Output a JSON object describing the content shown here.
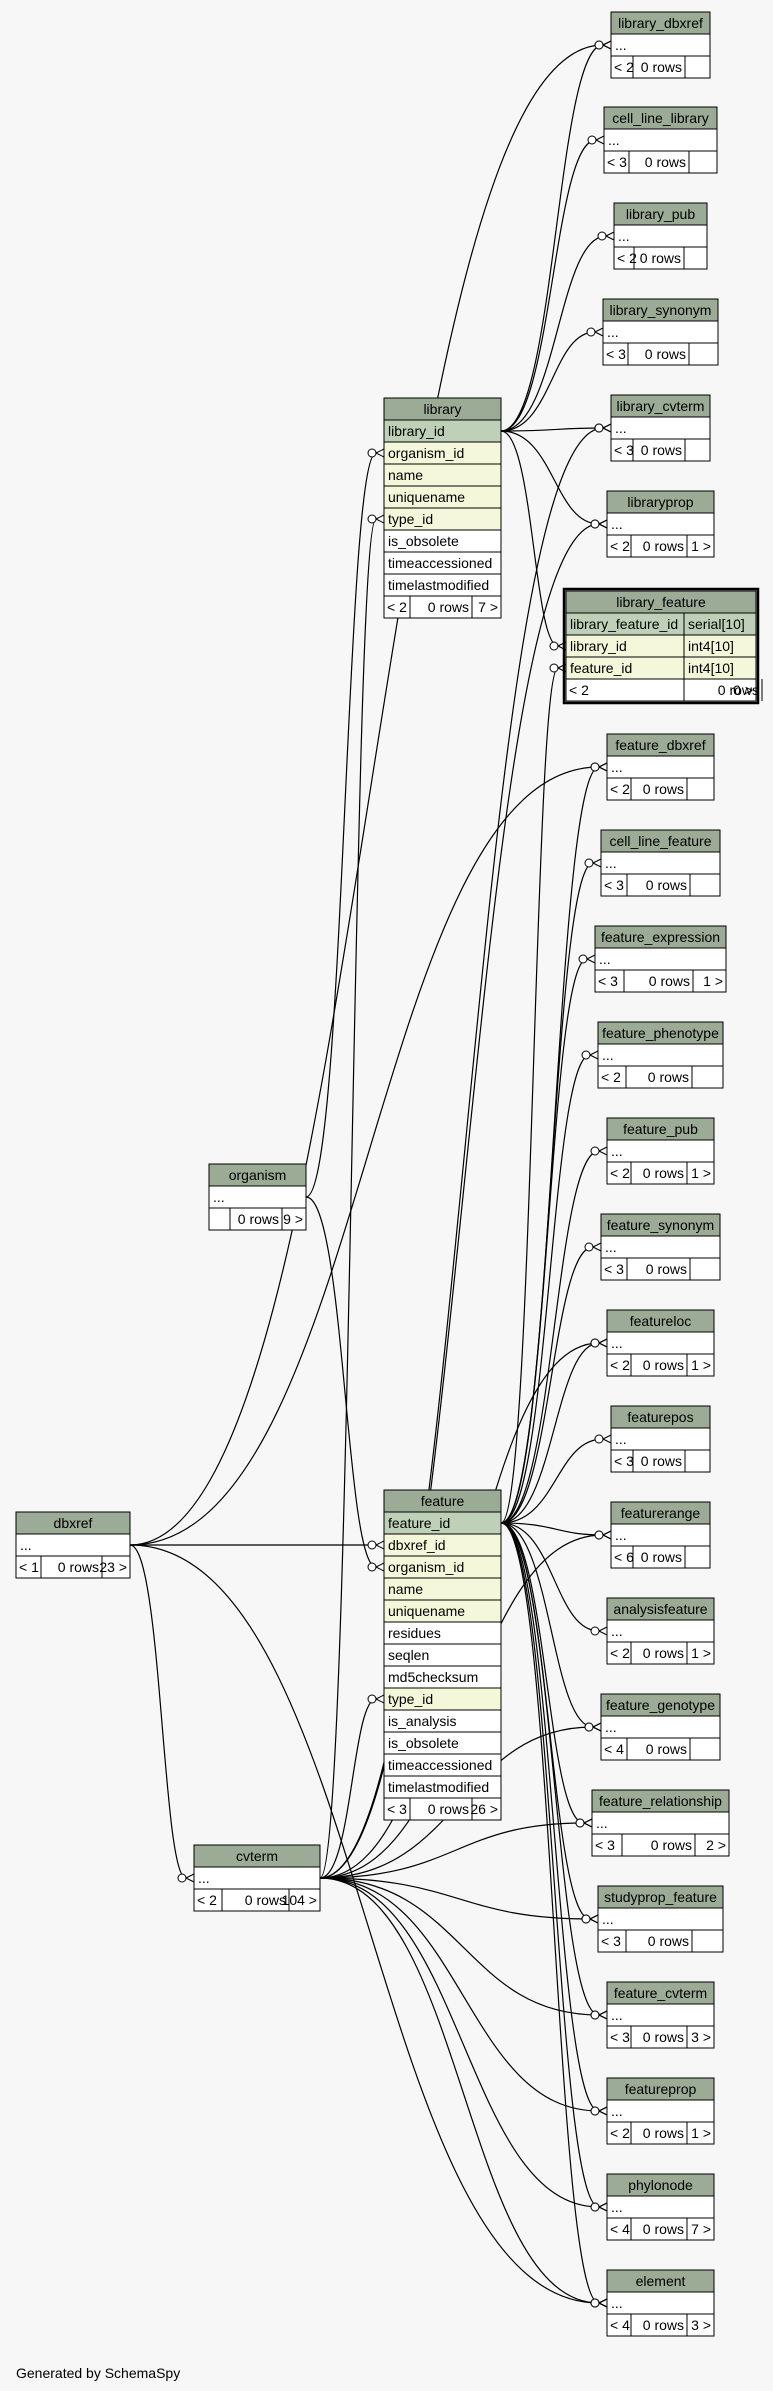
{
  "footer": "Generated by SchemaSpy",
  "colors": {
    "background": "#f7f7f7",
    "header": "#9bab96",
    "key_row": "#bed1b8",
    "fk_row": "#f4f7da",
    "plain_row": "#ffffff",
    "line": "#000000"
  },
  "tables": [
    {
      "id": "library_dbxref",
      "name": "library_dbxref",
      "rows": [
        {
          "cells": [
            "..."
          ]
        }
      ],
      "stats": [
        "< 2",
        "0 rows",
        ""
      ]
    },
    {
      "id": "cell_line_library",
      "name": "cell_line_library",
      "rows": [
        {
          "cells": [
            "..."
          ]
        }
      ],
      "stats": [
        "< 3",
        "0 rows",
        ""
      ]
    },
    {
      "id": "library_pub",
      "name": "library_pub",
      "rows": [
        {
          "cells": [
            "..."
          ]
        }
      ],
      "stats": [
        "< 2",
        "0 rows",
        ""
      ]
    },
    {
      "id": "library_synonym",
      "name": "library_synonym",
      "rows": [
        {
          "cells": [
            "..."
          ]
        }
      ],
      "stats": [
        "< 3",
        "0 rows",
        ""
      ]
    },
    {
      "id": "library_cvterm",
      "name": "library_cvterm",
      "rows": [
        {
          "cells": [
            "..."
          ]
        }
      ],
      "stats": [
        "< 3",
        "0 rows",
        ""
      ]
    },
    {
      "id": "libraryprop",
      "name": "libraryprop",
      "rows": [
        {
          "cells": [
            "..."
          ]
        }
      ],
      "stats": [
        "< 2",
        "0 rows",
        "1 >"
      ]
    },
    {
      "id": "library_feature",
      "name": "library_feature",
      "focus": true,
      "rows": [
        {
          "cells": [
            "library_feature_id",
            "serial[10]"
          ],
          "kind": "key"
        },
        {
          "cells": [
            "library_id",
            "int4[10]"
          ],
          "kind": "fk"
        },
        {
          "cells": [
            "feature_id",
            "int4[10]"
          ],
          "kind": "fk"
        }
      ],
      "stats": [
        "< 2",
        "0 rows",
        "0 >"
      ]
    },
    {
      "id": "feature_dbxref",
      "name": "feature_dbxref",
      "rows": [
        {
          "cells": [
            "..."
          ]
        }
      ],
      "stats": [
        "< 2",
        "0 rows",
        ""
      ]
    },
    {
      "id": "cell_line_feature",
      "name": "cell_line_feature",
      "rows": [
        {
          "cells": [
            "..."
          ]
        }
      ],
      "stats": [
        "< 3",
        "0 rows",
        ""
      ]
    },
    {
      "id": "feature_expression",
      "name": "feature_expression",
      "rows": [
        {
          "cells": [
            "..."
          ]
        }
      ],
      "stats": [
        "< 3",
        "0 rows",
        "1 >"
      ]
    },
    {
      "id": "feature_phenotype",
      "name": "feature_phenotype",
      "rows": [
        {
          "cells": [
            "..."
          ]
        }
      ],
      "stats": [
        "< 2",
        "0 rows",
        ""
      ]
    },
    {
      "id": "feature_pub",
      "name": "feature_pub",
      "rows": [
        {
          "cells": [
            "..."
          ]
        }
      ],
      "stats": [
        "< 2",
        "0 rows",
        "1 >"
      ]
    },
    {
      "id": "feature_synonym",
      "name": "feature_synonym",
      "rows": [
        {
          "cells": [
            "..."
          ]
        }
      ],
      "stats": [
        "< 3",
        "0 rows",
        ""
      ]
    },
    {
      "id": "featureloc",
      "name": "featureloc",
      "rows": [
        {
          "cells": [
            "..."
          ]
        }
      ],
      "stats": [
        "< 2",
        "0 rows",
        "1 >"
      ]
    },
    {
      "id": "featurepos",
      "name": "featurepos",
      "rows": [
        {
          "cells": [
            "..."
          ]
        }
      ],
      "stats": [
        "< 3",
        "0 rows",
        ""
      ]
    },
    {
      "id": "featurerange",
      "name": "featurerange",
      "rows": [
        {
          "cells": [
            "..."
          ]
        }
      ],
      "stats": [
        "< 6",
        "0 rows",
        ""
      ]
    },
    {
      "id": "analysisfeature",
      "name": "analysisfeature",
      "rows": [
        {
          "cells": [
            "..."
          ]
        }
      ],
      "stats": [
        "< 2",
        "0 rows",
        "1 >"
      ]
    },
    {
      "id": "feature_genotype",
      "name": "feature_genotype",
      "rows": [
        {
          "cells": [
            "..."
          ]
        }
      ],
      "stats": [
        "< 4",
        "0 rows",
        ""
      ]
    },
    {
      "id": "feature_relationship",
      "name": "feature_relationship",
      "rows": [
        {
          "cells": [
            "..."
          ]
        }
      ],
      "stats": [
        "< 3",
        "0 rows",
        "2 >"
      ]
    },
    {
      "id": "studyprop_feature",
      "name": "studyprop_feature",
      "rows": [
        {
          "cells": [
            "..."
          ]
        }
      ],
      "stats": [
        "< 3",
        "0 rows",
        ""
      ]
    },
    {
      "id": "feature_cvterm",
      "name": "feature_cvterm",
      "rows": [
        {
          "cells": [
            "..."
          ]
        }
      ],
      "stats": [
        "< 3",
        "0 rows",
        "3 >"
      ]
    },
    {
      "id": "featureprop",
      "name": "featureprop",
      "rows": [
        {
          "cells": [
            "..."
          ]
        }
      ],
      "stats": [
        "< 2",
        "0 rows",
        "1 >"
      ]
    },
    {
      "id": "phylonode",
      "name": "phylonode",
      "rows": [
        {
          "cells": [
            "..."
          ]
        }
      ],
      "stats": [
        "< 4",
        "0 rows",
        "7 >"
      ]
    },
    {
      "id": "element",
      "name": "element",
      "rows": [
        {
          "cells": [
            "..."
          ]
        }
      ],
      "stats": [
        "< 4",
        "0 rows",
        "3 >"
      ]
    },
    {
      "id": "library",
      "name": "library",
      "rows": [
        {
          "cells": [
            "library_id"
          ],
          "kind": "key"
        },
        {
          "cells": [
            "organism_id"
          ],
          "kind": "fk"
        },
        {
          "cells": [
            "name"
          ],
          "kind": "fk"
        },
        {
          "cells": [
            "uniquename"
          ],
          "kind": "fk"
        },
        {
          "cells": [
            "type_id"
          ],
          "kind": "fk"
        },
        {
          "cells": [
            "is_obsolete"
          ]
        },
        {
          "cells": [
            "timeaccessioned"
          ]
        },
        {
          "cells": [
            "timelastmodified"
          ]
        }
      ],
      "stats": [
        "< 2",
        "0 rows",
        "7 >"
      ]
    },
    {
      "id": "organism",
      "name": "organism",
      "rows": [
        {
          "cells": [
            "..."
          ]
        }
      ],
      "stats": [
        "",
        "0 rows",
        "9 >"
      ]
    },
    {
      "id": "feature",
      "name": "feature",
      "rows": [
        {
          "cells": [
            "feature_id"
          ],
          "kind": "key"
        },
        {
          "cells": [
            "dbxref_id"
          ],
          "kind": "fk"
        },
        {
          "cells": [
            "organism_id"
          ],
          "kind": "fk"
        },
        {
          "cells": [
            "name"
          ],
          "kind": "fk"
        },
        {
          "cells": [
            "uniquename"
          ],
          "kind": "fk"
        },
        {
          "cells": [
            "residues"
          ]
        },
        {
          "cells": [
            "seqlen"
          ]
        },
        {
          "cells": [
            "md5checksum"
          ]
        },
        {
          "cells": [
            "type_id"
          ],
          "kind": "fk"
        },
        {
          "cells": [
            "is_analysis"
          ]
        },
        {
          "cells": [
            "is_obsolete"
          ]
        },
        {
          "cells": [
            "timeaccessioned"
          ]
        },
        {
          "cells": [
            "timelastmodified"
          ]
        }
      ],
      "stats": [
        "< 3",
        "0 rows",
        "26 >"
      ]
    },
    {
      "id": "dbxref",
      "name": "dbxref",
      "rows": [
        {
          "cells": [
            "..."
          ]
        }
      ],
      "stats": [
        "< 1",
        "0 rows",
        "23 >"
      ]
    },
    {
      "id": "cvterm",
      "name": "cvterm",
      "rows": [
        {
          "cells": [
            "..."
          ]
        }
      ],
      "stats": [
        "< 2",
        "0 rows",
        "104 >"
      ]
    }
  ]
}
